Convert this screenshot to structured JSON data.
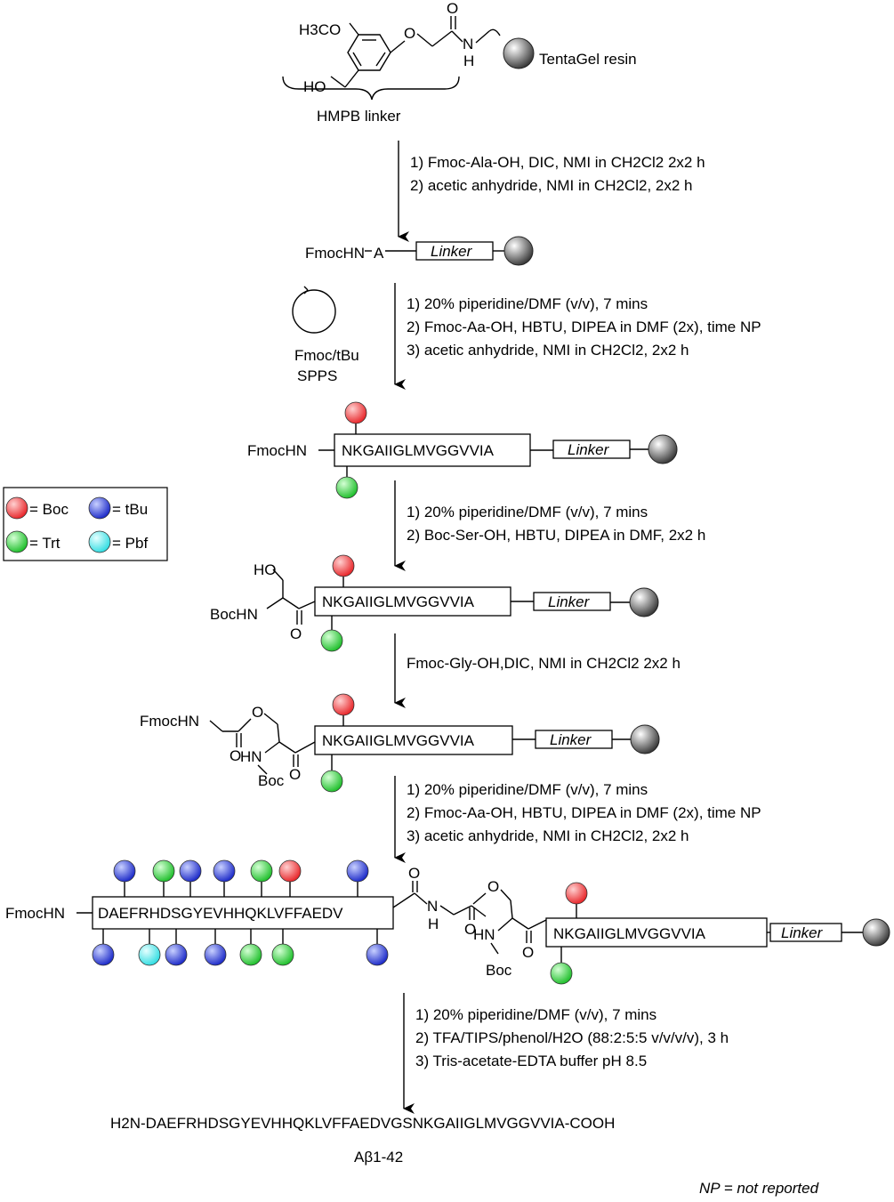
{
  "colors": {
    "boc": "#e8262a",
    "tbu": "#2a3cd8",
    "trt": "#2cc93a",
    "pbf": "#3fe6ea",
    "resin": "#7a7a7a"
  },
  "start": {
    "methoxy": "H3CO",
    "hydroxy": "HO",
    "ether_o": "O",
    "carbonyl_o": "O",
    "nh_n": "N",
    "nh_h": "H",
    "resin_label": "TentaGel resin",
    "linker_label": "HMPB linker"
  },
  "step1": {
    "line1": "1) Fmoc-Ala-OH, DIC, NMI  in CH2Cl2  2x2 h",
    "line2": "2) acetic anhydride, NMI in CH2Cl2, 2x2 h"
  },
  "int1": {
    "prefix": "FmocHN",
    "residue": "A",
    "linker": "Linker"
  },
  "cycle": {
    "label1": "Fmoc/tBu",
    "label2": "SPPS"
  },
  "step2": {
    "line1": "1) 20% piperidine/DMF (v/v), 7 mins",
    "line2": "2) Fmoc-Aa-OH, HBTU, DIPEA in DMF (2x), time NP",
    "line3": "3) acetic anhydride, NMI in CH2Cl2, 2x2 h"
  },
  "int2": {
    "prefix": "FmocHN",
    "sequence": "NKGAIIGLMVGGVVIA",
    "linker": "Linker"
  },
  "legend": {
    "boc": "= Boc",
    "tbu": "= tBu",
    "trt": "= Trt",
    "pbf": "= Pbf"
  },
  "step3": {
    "line1": "1) 20% piperidine/DMF (v/v), 7 mins",
    "line2": "2) Boc-Ser-OH, HBTU, DIPEA in DMF, 2x2 h"
  },
  "int3": {
    "ho": "HO",
    "bochn": "BocHN",
    "o": "O",
    "sequence": "NKGAIIGLMVGGVVIA",
    "linker": "Linker"
  },
  "step4": {
    "line1": "Fmoc-Gly-OH,DIC, NMI in CH2Cl2  2x2 h"
  },
  "int4": {
    "fmochn": "FmocHN",
    "ester_o": "O",
    "o1": "O",
    "o2": "O",
    "hn": "HN",
    "boc": "Boc",
    "sequence": "NKGAIIGLMVGGVVIA",
    "linker": "Linker"
  },
  "step5": {
    "line1": "1) 20% piperidine/DMF (v/v), 7 mins",
    "line2": "2) Fmoc-Aa-OH, HBTU, DIPEA in DMF (2x), time NP",
    "line3": "3) acetic anhydride, NMI in CH2Cl2, 2x2 h"
  },
  "int5": {
    "prefix": "FmocHN",
    "sequence_a": "DAEFRHDSGYEVHHQKLVFFAEDV",
    "o1": "O",
    "n": "N",
    "h": "H",
    "o2": "O",
    "ester_o": "O",
    "hn": "HN",
    "boc": "Boc",
    "o3": "O",
    "sequence_b": "NKGAIIGLMVGGVVIA",
    "linker": "Linker"
  },
  "step6": {
    "line1": "1) 20% piperidine/DMF (v/v), 7 mins",
    "line2": "2) TFA/TIPS/phenol/H2O (88:2:5:5 v/v/v/v), 3 h",
    "line3": "3) Tris-acetate-EDTA buffer pH 8.5"
  },
  "product": {
    "sequence": "H2N-DAEFRHDSGYEVHHQKLVFFAEDVGSNKGAIIGLMVGGVVIA-COOH",
    "name": "Aβ1-42"
  },
  "footnote": "NP = not reported"
}
